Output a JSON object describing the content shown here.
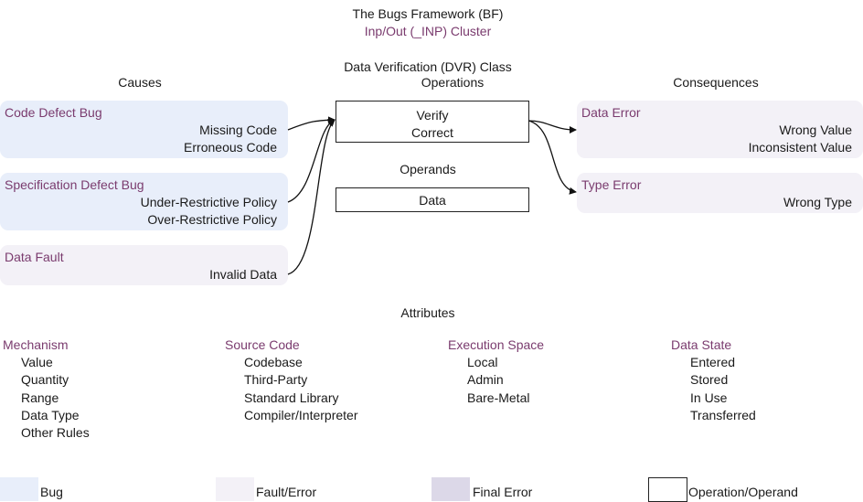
{
  "header": {
    "title": "The Bugs Framework (BF)",
    "subtitle": "Inp/Out (_INP) Cluster"
  },
  "class_title": "Data Verification (DVR) Class",
  "sections": {
    "causes": "Causes",
    "operations": "Operations",
    "consequences": "Consequences",
    "operands": "Operands",
    "attributes": "Attributes"
  },
  "causes": [
    {
      "title": "Code Defect Bug",
      "items": [
        "Missing Code",
        "Erroneous Code"
      ],
      "kind": "bug"
    },
    {
      "title": "Specification Defect Bug",
      "items": [
        "Under-Restrictive Policy",
        "Over-Restrictive Policy"
      ],
      "kind": "bug"
    },
    {
      "title": "Data Fault",
      "items": [
        "Invalid Data"
      ],
      "kind": "fault"
    }
  ],
  "operations": [
    "Verify",
    "Correct"
  ],
  "operands": [
    "Data"
  ],
  "consequences": [
    {
      "title": "Data Error",
      "items": [
        "Wrong Value",
        "Inconsistent Value"
      ],
      "kind": "fault"
    },
    {
      "title": "Type Error",
      "items": [
        "Wrong Type"
      ],
      "kind": "fault"
    }
  ],
  "attributes": [
    {
      "title": "Mechanism",
      "items": [
        "Value",
        "Quantity",
        "Range",
        "Data Type",
        "Other Rules"
      ]
    },
    {
      "title": "Source Code",
      "items": [
        "Codebase",
        "Third-Party",
        "Standard Library",
        "Compiler/Interpreter"
      ]
    },
    {
      "title": "Execution Space",
      "items": [
        "Local",
        "Admin",
        "Bare-Metal"
      ]
    },
    {
      "title": "Data State",
      "items": [
        "Entered",
        "Stored",
        "In Use",
        "Transferred"
      ]
    }
  ],
  "legend": [
    {
      "label": "Bug",
      "color": "#e8eefa"
    },
    {
      "label": "Fault/Error",
      "color": "#f3f1f7"
    },
    {
      "label": "Final Error",
      "color": "#dcd8e8"
    },
    {
      "label": "Operation/Operand",
      "color": "#ffffff"
    }
  ],
  "colors": {
    "accent": "#7a3b6e",
    "bug": "#e8eefa",
    "fault": "#f3f1f7",
    "final_error": "#dcd8e8"
  }
}
